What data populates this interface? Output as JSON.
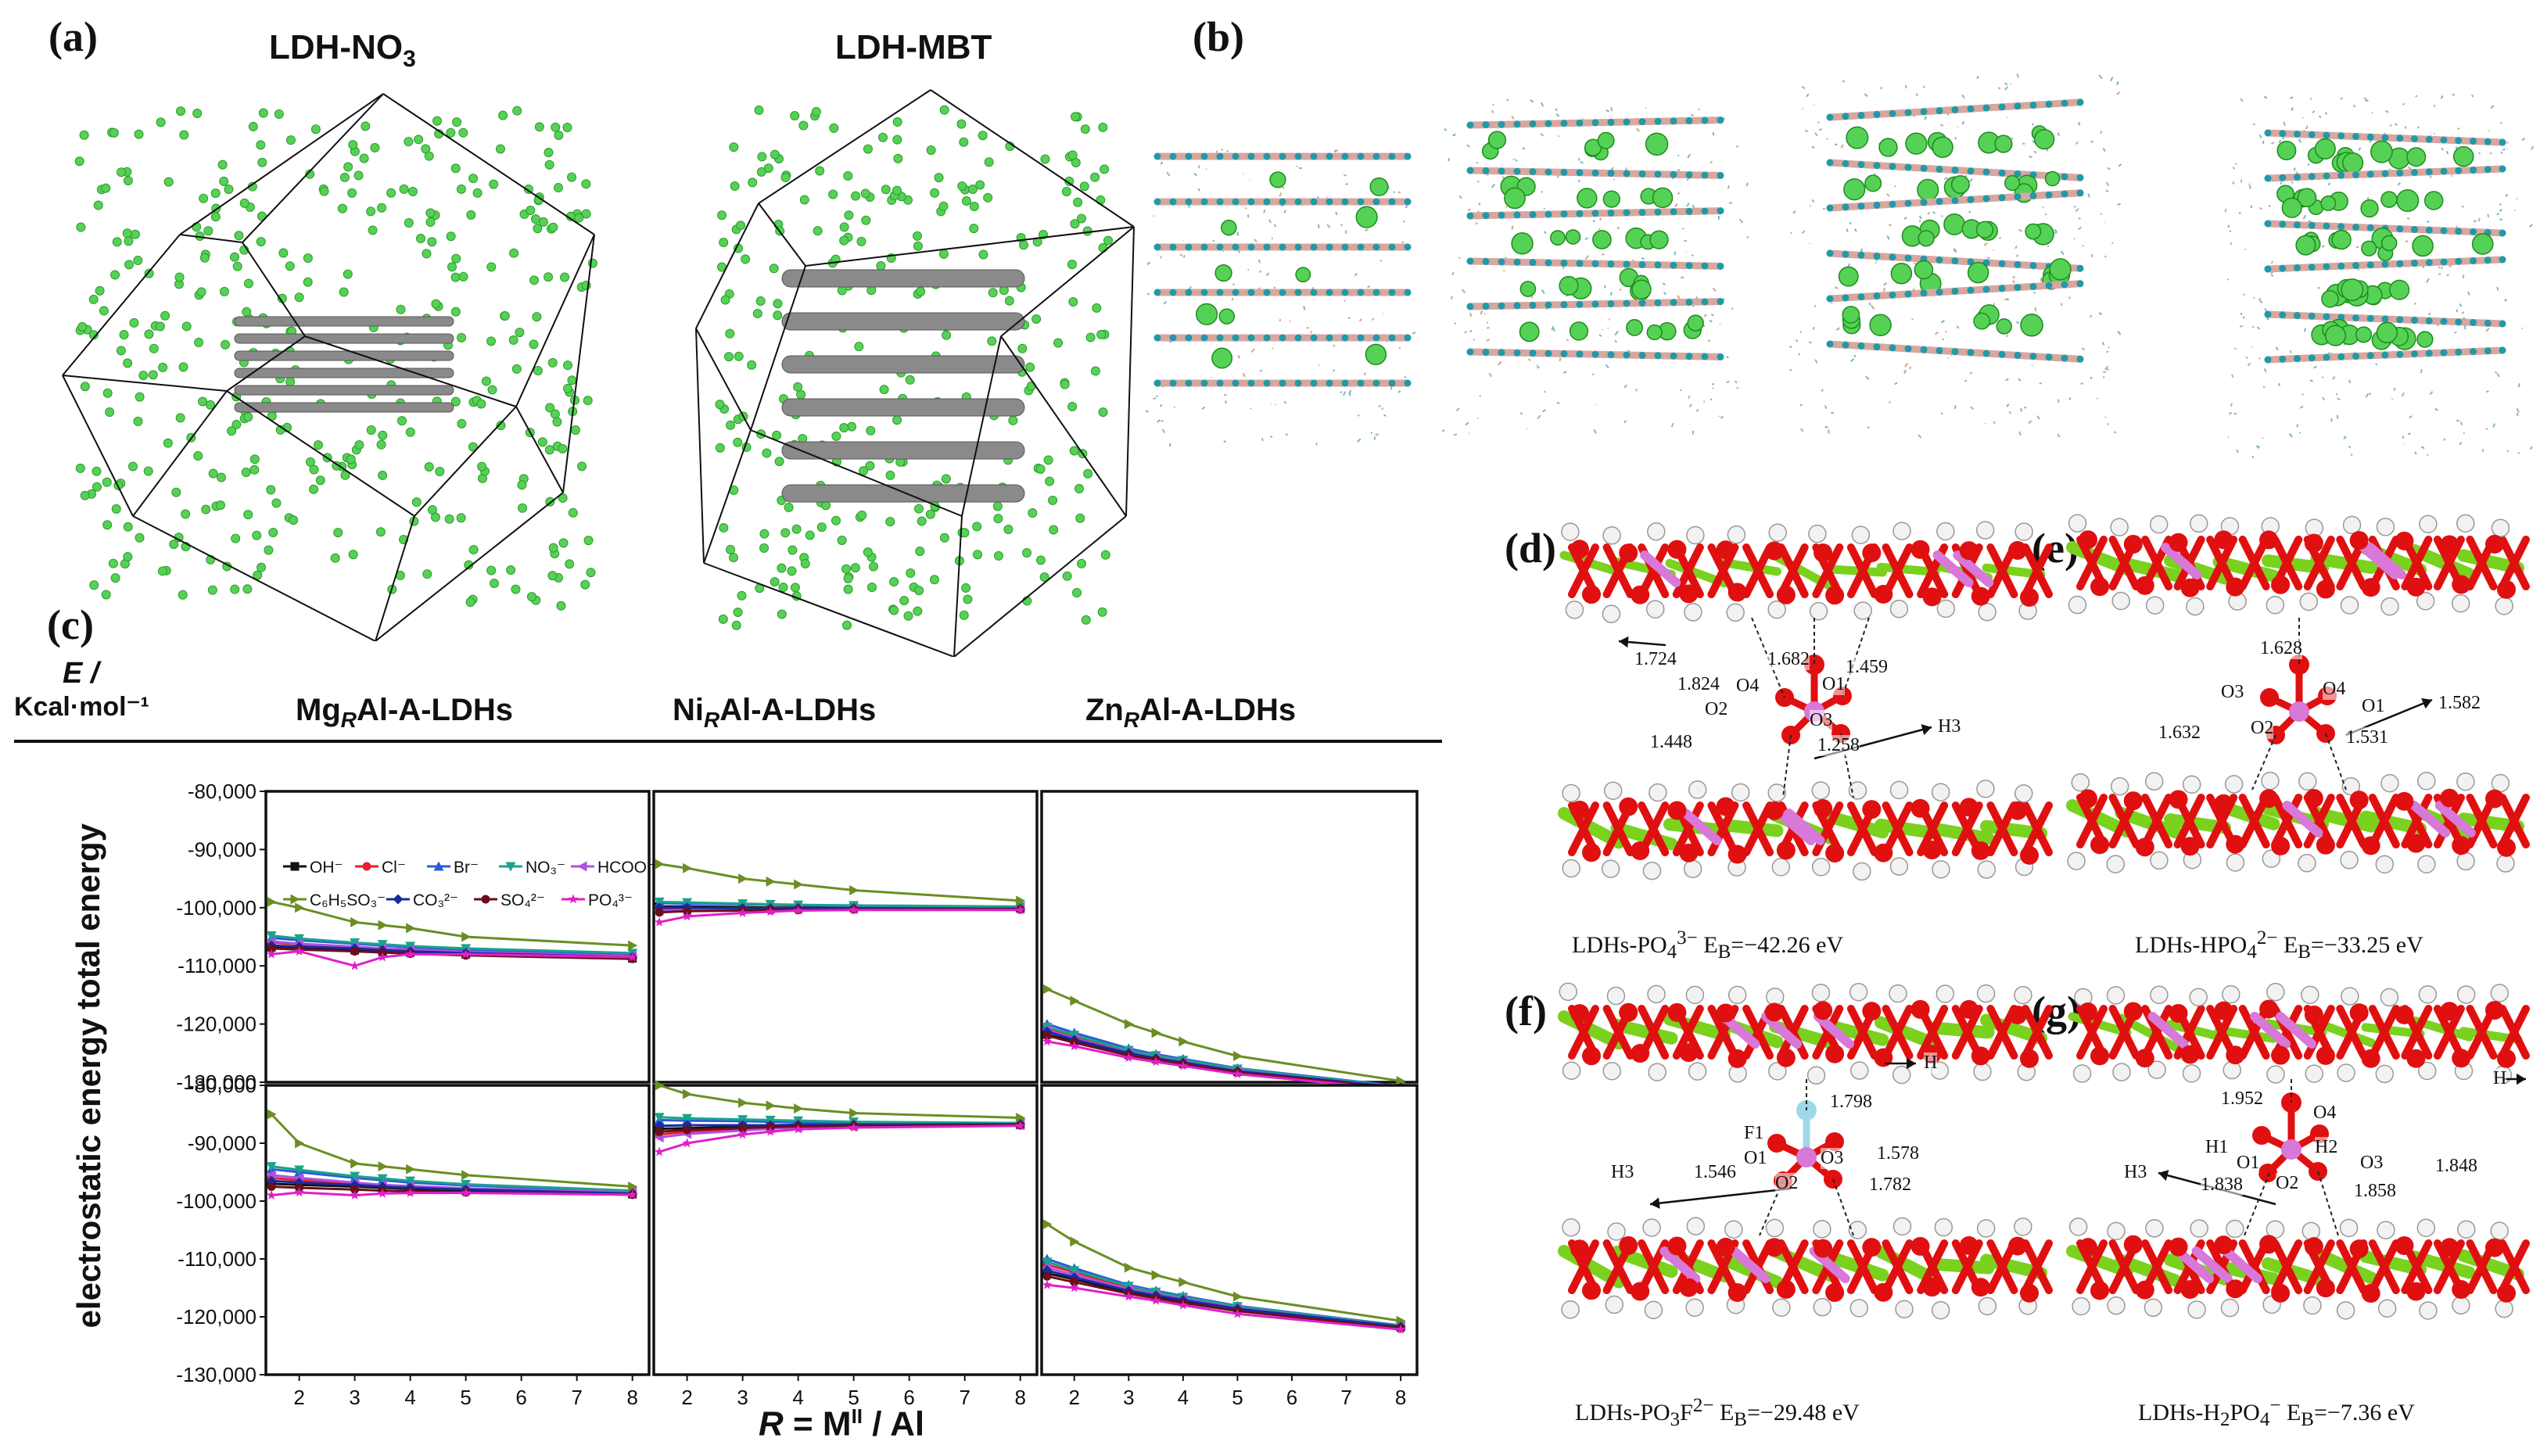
{
  "panel_labels": {
    "a": "(a)",
    "b": "(b)",
    "c": "(c)",
    "d": "(d)",
    "e": "(e)",
    "f": "(f)",
    "g": "(g)"
  },
  "sim_titles": {
    "no3_prefix": "LDH-NO",
    "no3_sub": "3",
    "mbt": "LDH-MBT"
  },
  "energy_chart": {
    "y_unit_top": "E /",
    "y_unit_bottom": "Kcal·mol⁻¹",
    "column_titles": [
      {
        "pre": "Mg",
        "sub": "R",
        "post": "Al-A-LDHs"
      },
      {
        "pre": "Ni",
        "sub": "R",
        "post": "Al-A-LDHs"
      },
      {
        "pre": "Zn",
        "sub": "R",
        "post": "Al-A-LDHs"
      }
    ],
    "row_titles": [
      "total energy",
      "electrostatic energy"
    ],
    "x_title_pre": "R",
    "x_title_mid": " = M",
    "x_title_sup": "II",
    "x_title_post": " / Al",
    "y_ticks": [
      "-80,000",
      "-90,000",
      "-100,000",
      "-110,000",
      "-120,000",
      "-130,000"
    ],
    "x_ticks": [
      "2",
      "3",
      "4",
      "5",
      "6",
      "7",
      "8"
    ],
    "legend": [
      {
        "name": "OH⁻",
        "color": "#111111",
        "marker": "square"
      },
      {
        "name": "Cl⁻",
        "color": "#e8202a",
        "marker": "circle"
      },
      {
        "name": "Br⁻",
        "color": "#2b5bd7",
        "marker": "triangle"
      },
      {
        "name": "NO₃⁻",
        "color": "#1aa38c",
        "marker": "triangle-down"
      },
      {
        "name": "HCOO⁻",
        "color": "#b04fe0",
        "marker": "triangle-left"
      },
      {
        "name": "C₆H₅SO₃⁻",
        "color": "#6b8e23",
        "marker": "triangle-right"
      },
      {
        "name": "CO₃²⁻",
        "color": "#1a2a9e",
        "marker": "diamond"
      },
      {
        "name": "SO₄²⁻",
        "color": "#6b0f1a",
        "marker": "circle"
      },
      {
        "name": "PO₄³⁻",
        "color": "#e020c8",
        "marker": "star"
      }
    ]
  },
  "chart_data": {
    "type": "line",
    "x": [
      1.5,
      2,
      3,
      3.5,
      4,
      5,
      8
    ],
    "ylim": [
      -130000,
      -80000
    ],
    "xlim": [
      1.4,
      8.3
    ],
    "ylabel": "E / Kcal·mol⁻¹",
    "xlabel": "R = MII / Al",
    "panels": [
      {
        "system": "MgRAl-A-LDHs",
        "energy": "total energy",
        "series": [
          {
            "name": "OH⁻",
            "values": [
              -106800,
              -107000,
              -107300,
              -107500,
              -107700,
              -108000,
              -108700
            ]
          },
          {
            "name": "Cl⁻",
            "values": [
              -106000,
              -106300,
              -106800,
              -107000,
              -107200,
              -107600,
              -108200
            ]
          },
          {
            "name": "Br⁻",
            "values": [
              -105200,
              -105600,
              -106200,
              -106500,
              -106800,
              -107200,
              -107900
            ]
          },
          {
            "name": "NO₃⁻",
            "values": [
              -104800,
              -105300,
              -106000,
              -106300,
              -106600,
              -107000,
              -107800
            ]
          },
          {
            "name": "HCOO⁻",
            "values": [
              -105800,
              -106200,
              -106700,
              -107000,
              -107200,
              -107600,
              -108300
            ]
          },
          {
            "name": "C₆H₅SO₃⁻",
            "values": [
              -99000,
              -100000,
              -102500,
              -103000,
              -103500,
              -105000,
              -106500
            ]
          },
          {
            "name": "CO₃²⁻",
            "values": [
              -106500,
              -106700,
              -107000,
              -107300,
              -107500,
              -107800,
              -108500
            ]
          },
          {
            "name": "SO₄²⁻",
            "values": [
              -107000,
              -107200,
              -107500,
              -107700,
              -107900,
              -108200,
              -108800
            ]
          },
          {
            "name": "PO₄³⁻",
            "values": [
              -108000,
              -107500,
              -110000,
              -108500,
              -108000,
              -108000,
              -108500
            ]
          }
        ]
      },
      {
        "system": "NiRAl-A-LDHs",
        "energy": "total energy",
        "series": [
          {
            "name": "OH⁻",
            "values": [
              -99800,
              -99800,
              -99900,
              -100000,
              -100000,
              -100000,
              -100100
            ]
          },
          {
            "name": "Cl⁻",
            "values": [
              -100200,
              -100100,
              -100100,
              -100100,
              -100100,
              -100100,
              -100200
            ]
          },
          {
            "name": "Br⁻",
            "values": [
              -99200,
              -99300,
              -99400,
              -99500,
              -99600,
              -99700,
              -99900
            ]
          },
          {
            "name": "NO₃⁻",
            "values": [
              -99000,
              -99100,
              -99300,
              -99400,
              -99500,
              -99600,
              -99800
            ]
          },
          {
            "name": "HCOO⁻",
            "values": [
              -100500,
              -100400,
              -100300,
              -100300,
              -100200,
              -100200,
              -100200
            ]
          },
          {
            "name": "C₆H₅SO₃⁻",
            "values": [
              -92500,
              -93200,
              -95000,
              -95500,
              -96000,
              -97000,
              -98800
            ]
          },
          {
            "name": "CO₃²⁻",
            "values": [
              -100000,
              -100000,
              -100100,
              -100100,
              -100100,
              -100100,
              -100200
            ]
          },
          {
            "name": "SO₄²⁻",
            "values": [
              -100800,
              -100600,
              -100500,
              -100400,
              -100400,
              -100300,
              -100300
            ]
          },
          {
            "name": "PO₄³⁻",
            "values": [
              -102500,
              -101500,
              -100900,
              -100700,
              -100500,
              -100400,
              -100400
            ]
          }
        ]
      },
      {
        "system": "ZnRAl-A-LDHs",
        "energy": "total energy",
        "series": [
          {
            "name": "OH⁻",
            "values": [
              -121800,
              -123000,
              -125300,
              -126000,
              -126800,
              -128200,
              -131000
            ]
          },
          {
            "name": "Cl⁻",
            "values": [
              -120800,
              -122200,
              -124700,
              -125600,
              -126400,
              -127900,
              -130800
            ]
          },
          {
            "name": "Br⁻",
            "values": [
              -120000,
              -121500,
              -124200,
              -125200,
              -126000,
              -127600,
              -130700
            ]
          },
          {
            "name": "NO₃⁻",
            "values": [
              -120500,
              -121900,
              -124500,
              -125400,
              -126200,
              -127700,
              -130800
            ]
          },
          {
            "name": "HCOO⁻",
            "values": [
              -121000,
              -122500,
              -124900,
              -125800,
              -126500,
              -128000,
              -130900
            ]
          },
          {
            "name": "C₆H₅SO₃⁻",
            "values": [
              -114000,
              -116000,
              -120000,
              -121500,
              -123000,
              -125500,
              -129800
            ]
          },
          {
            "name": "CO₃²⁻",
            "values": [
              -121300,
              -122700,
              -125000,
              -125900,
              -126600,
              -128100,
              -130900
            ]
          },
          {
            "name": "SO₄²⁻",
            "values": [
              -122000,
              -123200,
              -125400,
              -126100,
              -126900,
              -128300,
              -131100
            ]
          },
          {
            "name": "PO₄³⁻",
            "values": [
              -123000,
              -123800,
              -125800,
              -126500,
              -127200,
              -128600,
              -131300
            ]
          }
        ]
      },
      {
        "system": "MgRAl-A-LDHs",
        "energy": "electrostatic energy",
        "series": [
          {
            "name": "OH⁻",
            "values": [
              -97000,
              -97200,
              -97500,
              -97700,
              -97900,
              -98200,
              -98800
            ]
          },
          {
            "name": "Cl⁻",
            "values": [
              -96000,
              -96400,
              -97000,
              -97300,
              -97500,
              -97900,
              -98600
            ]
          },
          {
            "name": "Br⁻",
            "values": [
              -94500,
              -95000,
              -96000,
              -96400,
              -96800,
              -97300,
              -98300
            ]
          },
          {
            "name": "NO₃⁻",
            "values": [
              -94000,
              -94600,
              -95700,
              -96100,
              -96500,
              -97100,
              -98200
            ]
          },
          {
            "name": "HCOO⁻",
            "values": [
              -95500,
              -96000,
              -96800,
              -97200,
              -97400,
              -97800,
              -98500
            ]
          },
          {
            "name": "C₆H₅SO₃⁻",
            "values": [
              -85000,
              -90000,
              -93500,
              -94000,
              -94500,
              -95500,
              -97500
            ]
          },
          {
            "name": "CO₃²⁻",
            "values": [
              -96500,
              -96800,
              -97200,
              -97500,
              -97700,
              -98000,
              -98700
            ]
          },
          {
            "name": "SO₄²⁻",
            "values": [
              -97500,
              -97700,
              -98000,
              -98200,
              -98300,
              -98500,
              -98900
            ]
          },
          {
            "name": "PO₄³⁻",
            "values": [
              -99000,
              -98500,
              -99000,
              -98700,
              -98600,
              -98600,
              -98900
            ]
          }
        ]
      },
      {
        "system": "NiRAl-A-LDHs",
        "energy": "electrostatic energy",
        "series": [
          {
            "name": "OH⁻",
            "values": [
              -87500,
              -87400,
              -87200,
              -87100,
              -87000,
              -86900,
              -86800
            ]
          },
          {
            "name": "Cl⁻",
            "values": [
              -88500,
              -88000,
              -87500,
              -87300,
              -87100,
              -87000,
              -86800
            ]
          },
          {
            "name": "Br⁻",
            "values": [
              -86000,
              -86100,
              -86200,
              -86300,
              -86400,
              -86500,
              -86600
            ]
          },
          {
            "name": "NO₃⁻",
            "values": [
              -85500,
              -85700,
              -85900,
              -86000,
              -86100,
              -86300,
              -86500
            ]
          },
          {
            "name": "HCOO⁻",
            "values": [
              -89000,
              -88400,
              -87800,
              -87500,
              -87300,
              -87100,
              -86900
            ]
          },
          {
            "name": "C₆H₅SO₃⁻",
            "values": [
              -80000,
              -81500,
              -83000,
              -83500,
              -84000,
              -84800,
              -85600
            ]
          },
          {
            "name": "CO₃²⁻",
            "values": [
              -87000,
              -86900,
              -86900,
              -86900,
              -86800,
              -86800,
              -86700
            ]
          },
          {
            "name": "SO₄²⁻",
            "values": [
              -88000,
              -87700,
              -87400,
              -87200,
              -87100,
              -87000,
              -86900
            ]
          },
          {
            "name": "PO₄³⁻",
            "values": [
              -91500,
              -90000,
              -88500,
              -88000,
              -87600,
              -87300,
              -87000
            ]
          }
        ]
      },
      {
        "system": "ZnRAl-A-LDHs",
        "energy": "electrostatic energy",
        "series": [
          {
            "name": "OH⁻",
            "values": [
              -112500,
              -113500,
              -115800,
              -116600,
              -117400,
              -118800,
              -121800
            ]
          },
          {
            "name": "Cl⁻",
            "values": [
              -111000,
              -112300,
              -115000,
              -115900,
              -116800,
              -118400,
              -121600
            ]
          },
          {
            "name": "Br⁻",
            "values": [
              -110000,
              -111600,
              -114500,
              -115500,
              -116400,
              -118100,
              -121500
            ]
          },
          {
            "name": "NO₃⁻",
            "values": [
              -110500,
              -112000,
              -114700,
              -115700,
              -116600,
              -118200,
              -121600
            ]
          },
          {
            "name": "HCOO⁻",
            "values": [
              -111500,
              -112800,
              -115200,
              -116100,
              -116900,
              -118500,
              -121700
            ]
          },
          {
            "name": "C₆H₅SO₃⁻",
            "values": [
              -104000,
              -107000,
              -111500,
              -112800,
              -114000,
              -116500,
              -120700
            ]
          },
          {
            "name": "CO₃²⁻",
            "values": [
              -112000,
              -113200,
              -115500,
              -116300,
              -117100,
              -118600,
              -121700
            ]
          },
          {
            "name": "SO₄²⁻",
            "values": [
              -113000,
              -114000,
              -116000,
              -116800,
              -117600,
              -119000,
              -122000
            ]
          },
          {
            "name": "PO₄³⁻",
            "values": [
              -114500,
              -115000,
              -116500,
              -117200,
              -118000,
              -119500,
              -122200
            ]
          }
        ]
      }
    ]
  },
  "structures": {
    "d": {
      "dists": [
        "1.724",
        "1.824",
        "1.682",
        "1.459",
        "1.448",
        "1.258"
      ],
      "atoms": [
        "O4",
        "O1",
        "O2",
        "O3",
        "H3"
      ],
      "caption_pre": "LDHs-PO",
      "caption_sub": "4",
      "caption_sup": "3−",
      "caption_post": " E",
      "caption_eb": "B",
      "caption_val": "=−42.26 eV"
    },
    "e": {
      "dists": [
        "1.628",
        "1.582",
        "1.632",
        "1.531"
      ],
      "atoms": [
        "O4",
        "O3",
        "O1",
        "O2"
      ],
      "caption_pre": "LDHs-HPO",
      "caption_sub": "4",
      "caption_sup": "2−",
      "caption_post": " E",
      "caption_eb": "B",
      "caption_val": "=−33.25 eV"
    },
    "f": {
      "dists": [
        "1.798",
        "1.546",
        "1.578",
        "1.782"
      ],
      "atoms": [
        "H",
        "F1",
        "O1",
        "O3",
        "O2",
        "H3"
      ],
      "caption_pre": "LDHs-PO",
      "caption_sub": "3",
      "caption_mid": "F",
      "caption_sup": "2−",
      "caption_post": " E",
      "caption_eb": "B",
      "caption_val": "=−29.48 eV"
    },
    "g": {
      "dists": [
        "1.952",
        "1.848",
        "1.838",
        "1.858"
      ],
      "atoms": [
        "H",
        "O4",
        "H1",
        "H2",
        "O1",
        "O3",
        "O2",
        "H3"
      ],
      "caption_pre": "LDHs-H",
      "caption_sub": "2",
      "caption_mid": "PO",
      "caption_sub2": "4",
      "caption_sup": "−",
      "caption_post": " E",
      "caption_eb": "B",
      "caption_val": "=−7.36 eV"
    }
  },
  "colors": {
    "oxygen": "#e01010",
    "hydrogen": "#f2f2f2",
    "metal": "#7ad11e",
    "phosphorus": "#d878d8",
    "fluorine": "#9fd8e8",
    "sphere_green": "#55d255",
    "layer_gray": "#8a8a8a",
    "layer_pink": "#d9a6a0"
  }
}
